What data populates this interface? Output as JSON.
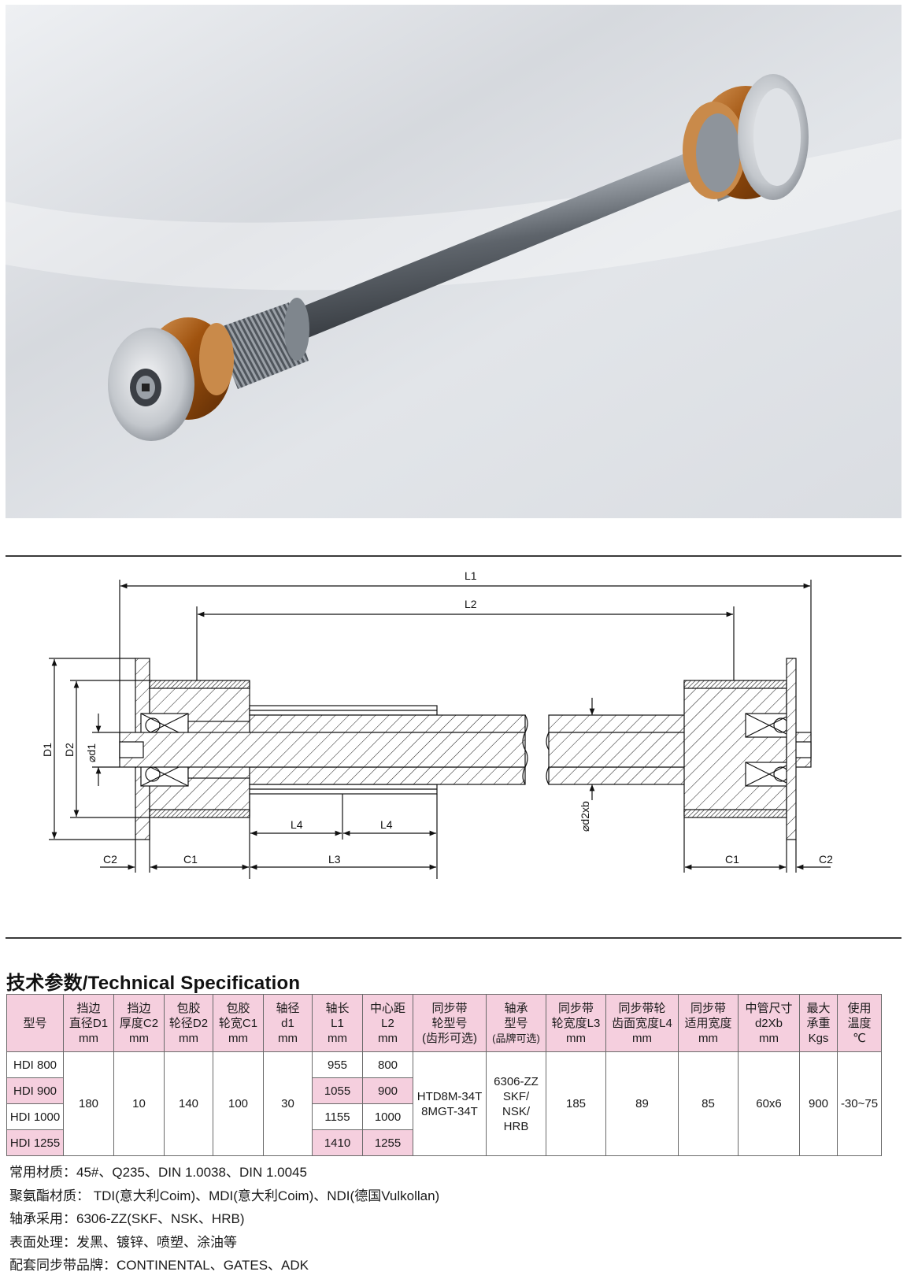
{
  "drawing": {
    "labels": {
      "L1": "L1",
      "L2": "L2",
      "L3": "L3",
      "L4": "L4",
      "D1": "D1",
      "D2": "D2",
      "d1": "⌀d1",
      "d2": "⌀d2xb",
      "C1": "C1",
      "C2": "C2"
    }
  },
  "spec": {
    "title": "技术参数/Technical Specification",
    "headers": [
      [
        "型号"
      ],
      [
        "挡边",
        "直径D1",
        "mm"
      ],
      [
        "挡边",
        "厚度C2",
        "mm"
      ],
      [
        "包胶",
        "轮径D2",
        "mm"
      ],
      [
        "包胶",
        "轮宽C1",
        "mm"
      ],
      [
        "轴径",
        "d1",
        "mm"
      ],
      [
        "轴长",
        "L1",
        "mm"
      ],
      [
        "中心距",
        "L2",
        "mm"
      ],
      [
        "同步带",
        "轮型号",
        "(齿形可选)"
      ],
      [
        "轴承",
        "型号",
        "(品牌可选)"
      ],
      [
        "同步带",
        "轮宽度L3",
        "mm"
      ],
      [
        "同步带轮",
        "齿面宽度L4",
        "mm"
      ],
      [
        "同步带",
        "适用宽度",
        "mm"
      ],
      [
        "中管尺寸",
        "d2Xb",
        "mm"
      ],
      [
        "最大",
        "承重",
        "Kgs"
      ],
      [
        "使用",
        "温度",
        "℃"
      ]
    ],
    "models": [
      "HDI 800",
      "HDI 900",
      "HDI 1000",
      "HDI 1255"
    ],
    "shaft_length_L1": [
      "955",
      "1055",
      "1155",
      "1410"
    ],
    "center_distance_L2": [
      "800",
      "900",
      "1000",
      "1255"
    ],
    "shared": {
      "D1": "180",
      "C2": "10",
      "D2": "140",
      "C1": "100",
      "d1": "30",
      "pulley_type": [
        "HTD8M-34T",
        "8MGT-34T"
      ],
      "bearing": [
        "6306-ZZ",
        "SKF/",
        "NSK/",
        "HRB"
      ],
      "L3": "185",
      "L4": "89",
      "belt_width": "85",
      "tube": "60x6",
      "max_load": "900",
      "temperature": "-30~75"
    }
  },
  "notes": [
    "常用材质：45#、Q235、DIN 1.0038、DIN 1.0045",
    "聚氨酯材质： TDI(意大利Coim)、MDI(意大利Coim)、NDI(德国Vulkollan)",
    "轴承采用：6306-ZZ(SKF、NSK、HRB)",
    "表面处理：发黑、镀锌、喷塑、涂油等",
    "配套同步带品牌：CONTINENTAL、GATES、ADK"
  ],
  "colors": {
    "pink": "#f5cfde",
    "urethane": "#a0530f",
    "steel": "#c7cbd0"
  }
}
